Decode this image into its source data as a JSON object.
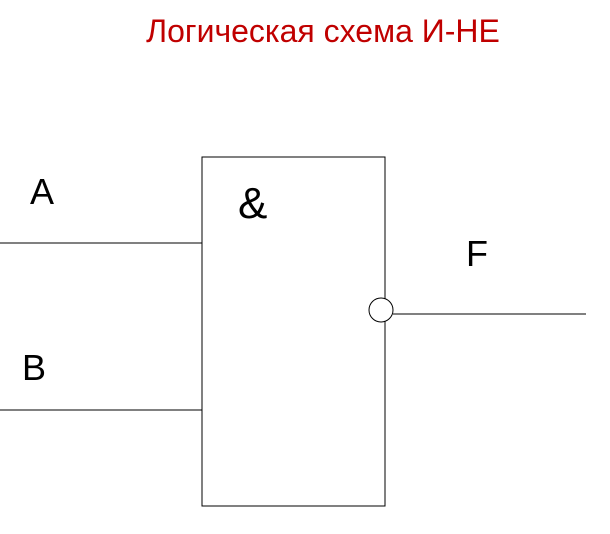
{
  "title": "Логическая схема И-НЕ",
  "gate": {
    "symbol": "&"
  },
  "inputs": {
    "a": "A",
    "b": "B"
  },
  "output": {
    "f": "F"
  },
  "colors": {
    "title": "#c00000",
    "line": "#000000",
    "background": "#ffffff"
  }
}
